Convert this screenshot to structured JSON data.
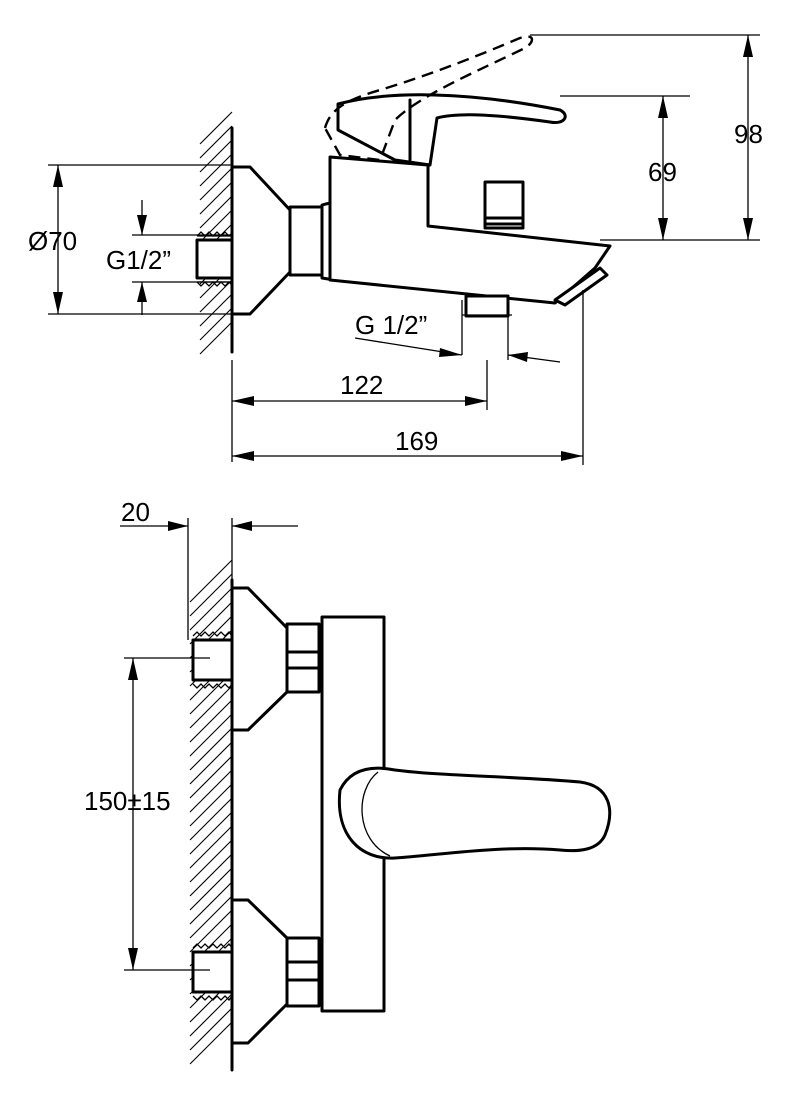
{
  "side_view": {
    "dimensions": {
      "diameter_wall": "Ø70",
      "wall_thread": "G1/2”",
      "outlet_thread": "G 1/2”",
      "outlet_distance": "122",
      "total_depth": "169",
      "lever_height": "69",
      "lever_raised_height": "98"
    }
  },
  "front_view": {
    "dimensions": {
      "eccentric_depth": "20",
      "inlet_spacing": "150±15"
    }
  }
}
